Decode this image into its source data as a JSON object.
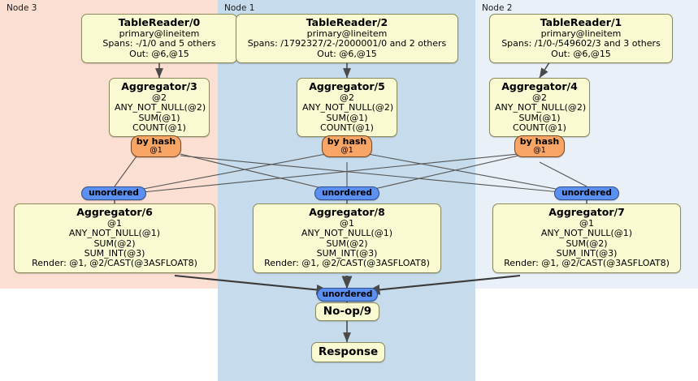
{
  "diagram": {
    "title": "Distributed query execution plan",
    "colors": {
      "node3_panel": "#fbdfd2",
      "node1_panel": "#c6dbeb",
      "node2_panel": "#e9f0f8",
      "box_fill": "#fafad2",
      "box_stroke": "#8a8a5a",
      "hash_fill": "#f8a566",
      "hash_stroke": "#7a4a22",
      "unordered_fill": "#5b8ff0",
      "unordered_stroke": "#2f4f8f",
      "edge": "#555555"
    }
  },
  "panels": [
    {
      "id": "node3",
      "label": "Node 3"
    },
    {
      "id": "node1",
      "label": "Node 1"
    },
    {
      "id": "node2",
      "label": "Node 2"
    }
  ],
  "nodes": {
    "tablereader0": {
      "title": "TableReader/0",
      "lines": [
        "primary@lineitem",
        "Spans: -/1/0 and 5 others",
        "Out: @6,@15"
      ]
    },
    "tablereader2": {
      "title": "TableReader/2",
      "lines": [
        "primary@lineitem",
        "Spans: /1792327/2-/2000001/0 and 2 others",
        "Out: @6,@15"
      ]
    },
    "tablereader1": {
      "title": "TableReader/1",
      "lines": [
        "primary@lineitem",
        "Spans: /1/0-/549602/3 and 3 others",
        "Out: @6,@15"
      ]
    },
    "aggregator3": {
      "title": "Aggregator/3",
      "lines": [
        "@2",
        "ANY_NOT_NULL(@2)",
        "SUM(@1)",
        "COUNT(@1)"
      ]
    },
    "aggregator5": {
      "title": "Aggregator/5",
      "lines": [
        "@2",
        "ANY_NOT_NULL(@2)",
        "SUM(@1)",
        "COUNT(@1)"
      ]
    },
    "aggregator4": {
      "title": "Aggregator/4",
      "lines": [
        "@2",
        "ANY_NOT_NULL(@2)",
        "SUM(@1)",
        "COUNT(@1)"
      ]
    },
    "aggregator6": {
      "title": "Aggregator/6",
      "lines": [
        "@1",
        "ANY_NOT_NULL(@1)",
        "SUM(@2)",
        "SUM_INT(@3)",
        "Render: @1, @2/CAST(@3ASFLOAT8)"
      ]
    },
    "aggregator8": {
      "title": "Aggregator/8",
      "lines": [
        "@1",
        "ANY_NOT_NULL(@1)",
        "SUM(@2)",
        "SUM_INT(@3)",
        "Render: @1, @2/CAST(@3ASFLOAT8)"
      ]
    },
    "aggregator7": {
      "title": "Aggregator/7",
      "lines": [
        "@1",
        "ANY_NOT_NULL(@1)",
        "SUM(@2)",
        "SUM_INT(@3)",
        "Render: @1, @2/CAST(@3ASFLOAT8)"
      ]
    },
    "noop9": {
      "title": "No-op/9"
    },
    "response": {
      "title": "Response"
    }
  },
  "routers": {
    "hash_left": {
      "label": "by hash",
      "sublabel": "@1"
    },
    "hash_center": {
      "label": "by hash",
      "sublabel": "@1"
    },
    "hash_right": {
      "label": "by hash",
      "sublabel": "@1"
    }
  },
  "synchronizers": {
    "unordered_left": {
      "label": "unordered"
    },
    "unordered_center": {
      "label": "unordered"
    },
    "unordered_right": {
      "label": "unordered"
    },
    "unordered_final": {
      "label": "unordered"
    }
  }
}
